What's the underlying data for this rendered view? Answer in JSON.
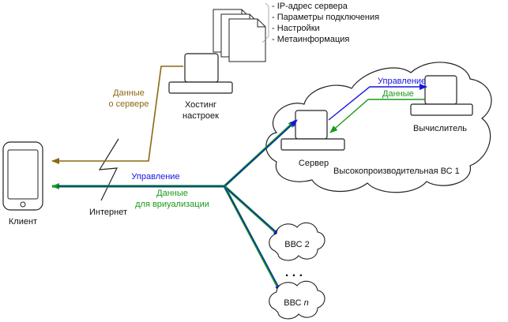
{
  "server_info_list": [
    "- IP-адрес сервера",
    "- Параметры подключения",
    "- Настройки",
    "- Метаинформация"
  ],
  "hosting": {
    "line1": "Хостинг",
    "line2": "настроек"
  },
  "data_about_server": {
    "line1": "Данные",
    "line2": "о сервере"
  },
  "client_label": "Клиент",
  "internet_label": "Интернет",
  "control_label": "Управление",
  "viz_data": {
    "line1": "Данные",
    "line2": "для вриуализации"
  },
  "cluster": {
    "name": "Высокопроизводительная ВС 1",
    "server_label": "Сервер",
    "compute_label": "Вычислитель",
    "control_label": "Управление",
    "data_label": "Данные"
  },
  "vvs2_label": "ВВС 2",
  "dots_label": ". . .",
  "vvsn": {
    "prefix": "ВВС ",
    "suffix": "n"
  },
  "colors": {
    "brown": "#8B6914",
    "blue": "#1515e0",
    "green": "#1a9a1a",
    "stroke": "#222222"
  }
}
